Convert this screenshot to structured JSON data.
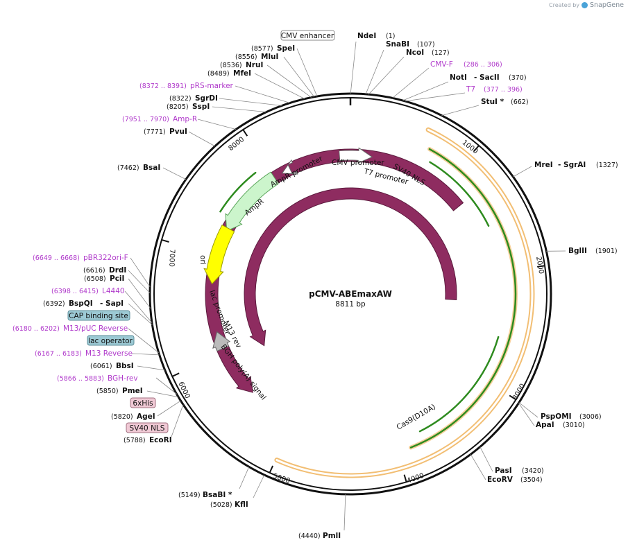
{
  "credit": {
    "prefix": "Created by",
    "brand": "SnapGene",
    "logo_icon": "snapgene-logo-icon"
  },
  "plasmid": {
    "name": "pCMV-ABEmaxAW",
    "size": "8811 bp",
    "length_bp": 8811
  },
  "ticks": [
    "1000",
    "2000",
    "3000",
    "4000",
    "5000",
    "6000",
    "7000",
    "8000"
  ],
  "sites": [
    {
      "name": "NdeI",
      "pos": "(1)"
    },
    {
      "name": "SnaBI",
      "pos": "(107)"
    },
    {
      "name": "NcoI",
      "pos": "(127)"
    },
    {
      "name": "NotI",
      "pos": "(370)"
    },
    {
      "name": "- SacII",
      "pos": ""
    },
    {
      "name": "StuI *",
      "pos": "(662)"
    },
    {
      "name": "MreI",
      "pos": "(1327)"
    },
    {
      "name": "- SgrAI",
      "pos": ""
    },
    {
      "name": "BglII",
      "pos": "(1901)"
    },
    {
      "name": "PspOMI",
      "pos": "(3006)"
    },
    {
      "name": "ApaI",
      "pos": "(3010)"
    },
    {
      "name": "PasI",
      "pos": "(3420)"
    },
    {
      "name": "EcoRV",
      "pos": "(3504)"
    },
    {
      "name": "PmlI",
      "pos": "(4440)"
    },
    {
      "name": "KflI",
      "pos": "(5028)"
    },
    {
      "name": "BsaBI *",
      "pos": "(5149)"
    },
    {
      "name": "EcoRI",
      "pos": "(5788)"
    },
    {
      "name": "AgeI",
      "pos": "(5820)"
    },
    {
      "name": "PmeI",
      "pos": "(5850)"
    },
    {
      "name": "BbsI",
      "pos": "(6061)"
    },
    {
      "name": "BspQI",
      "pos": "(6392)"
    },
    {
      "name": "- SapI",
      "pos": ""
    },
    {
      "name": "PciI",
      "pos": "(6508)"
    },
    {
      "name": "DrdI",
      "pos": "(6616)"
    },
    {
      "name": "BsaI",
      "pos": "(7462)"
    },
    {
      "name": "PvuI",
      "pos": "(7771)"
    },
    {
      "name": "SspI",
      "pos": "(8205)"
    },
    {
      "name": "SgrDI",
      "pos": "(8322)"
    },
    {
      "name": "MfeI",
      "pos": "(8489)"
    },
    {
      "name": "NruI",
      "pos": "(8536)"
    },
    {
      "name": "MluI",
      "pos": "(8556)"
    },
    {
      "name": "SpeI",
      "pos": "(8577)"
    }
  ],
  "primers": [
    {
      "name": "CMV-F",
      "range": "(286 .. 306)"
    },
    {
      "name": "T7",
      "range": "(377 .. 396)"
    },
    {
      "name": "pRS-marker",
      "range": "(8372 .. 8391)"
    },
    {
      "name": "Amp-R",
      "range": "(7951 .. 7970)"
    },
    {
      "name": "pBR322ori-F",
      "range": "(6649 .. 6668)"
    },
    {
      "name": "L4440",
      "range": "(6398 .. 6415)"
    },
    {
      "name": "M13/pUC Reverse",
      "range": "(6180 .. 6202)"
    },
    {
      "name": "M13 Reverse",
      "range": "(6167 .. 6183)"
    },
    {
      "name": "BGH-rev",
      "range": "(5866 .. 5883)"
    }
  ],
  "boxed_features": [
    {
      "name": "CMV enhancer",
      "fill": "#ffffff",
      "stroke": "#888888"
    },
    {
      "name": "CAP binding site",
      "fill": "#9cc9d4",
      "stroke": "#5d8e99"
    },
    {
      "name": "lac operator",
      "fill": "#9cc9d4",
      "stroke": "#5d8e99"
    },
    {
      "name": "6xHis",
      "fill": "#f0c9d5",
      "stroke": "#a27180"
    },
    {
      "name": "SV40 NLS",
      "fill": "#f0c9d5",
      "stroke": "#a27180"
    }
  ],
  "features": {
    "cmv_promoter": "CMV promoter",
    "t7_promoter": "T7 promoter",
    "sv40_nls_inner": "SV40 NLS",
    "ampr": "AmpR",
    "ampr_promoter": "AmpR promoter",
    "ori": "ori",
    "lac_promoter": "lac promoter",
    "m13_rev": "M13 rev",
    "bgh": "BGH poly(A) signal",
    "cas9": "Cas9",
    "cas9_d10a": "Cas9(D10A)"
  },
  "colors": {
    "cas9": "#8e2c60",
    "ampr": "#ccf5cc",
    "ori": "#ffff00",
    "orf_green": "#2e8b1f",
    "orf_glow": "#f0b35a",
    "primer": "#b03acb",
    "bgh": "#aaaaaa"
  }
}
